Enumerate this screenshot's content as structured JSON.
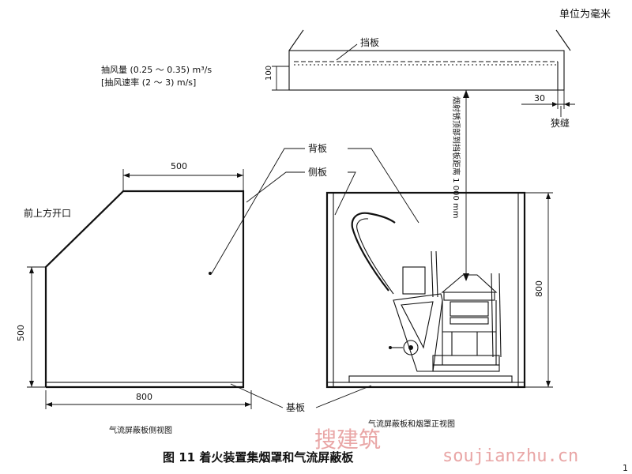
{
  "unit_note": "单位为毫米",
  "page_number_partial": "1",
  "hood": {
    "baffle_label": "挡板",
    "flow_rate_label": "抽风量 (0.25 ～ 0.35) m³/s",
    "flow_speed_label": "[抽风速率 (2 ～ 3) m/s]",
    "height_dim": "100",
    "slot_dim": "30",
    "slot_label": "狭缝",
    "distance_label": "烟射锈顶部到挡板距离 1 000 mm"
  },
  "side_view": {
    "top_dim": "500",
    "opening_label": "前上方开口",
    "height_dim": "500",
    "width_dim": "800",
    "caption": "气流屏蔽板侧视图"
  },
  "callouts": {
    "back_panel": "背板",
    "side_panel": "侧板",
    "base_plate": "基板"
  },
  "front_view": {
    "height_dim": "800",
    "caption": "气流屏蔽板和烟罩正视图"
  },
  "figure_caption": "图 11   着火装置集烟罩和气流屏蔽板",
  "watermark_cn": "搜建筑",
  "watermark_url": "soujianzhu.cn"
}
